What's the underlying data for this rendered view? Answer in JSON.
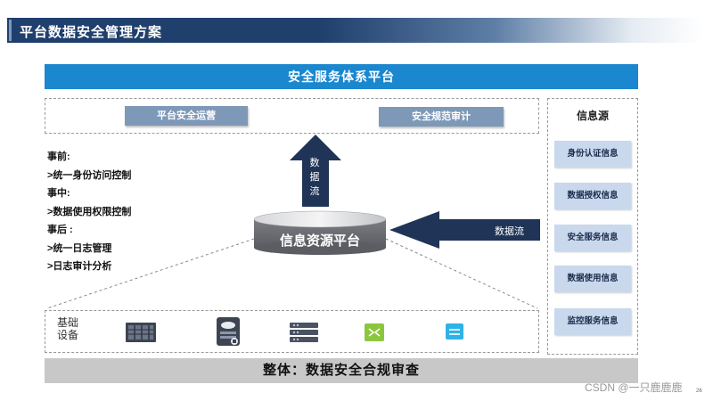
{
  "header": {
    "title": "平台数据安全管理方案"
  },
  "platform": {
    "title": "安全服务体系平台"
  },
  "operations": {
    "ops_label": "平台安全运营",
    "audit_label": "安全规范审计"
  },
  "notes": {
    "before": "事前:",
    "before_item": ">统一身份访问控制",
    "during": "事中:",
    "during_item": ">数据使用权限控制",
    "after": "事后 :",
    "after_item_1": ">统一日志管理",
    "after_item_2": ">日志审计分析"
  },
  "center": {
    "cylinder_label": "信息资源平台",
    "flow_up_label": "数据流",
    "flow_left_label": "数据流"
  },
  "sources": {
    "title": "信息源",
    "items": [
      "身份认证信息",
      "数据授权信息",
      "安全服务信息",
      "数据使用信息",
      "监控服务信息"
    ]
  },
  "infrastructure": {
    "label": "基础设备",
    "icons": [
      "server-rack-icon",
      "database-server-icon",
      "storage-array-icon",
      "network-switch-icon",
      "router-icon"
    ]
  },
  "footer": {
    "label": "整体：数据安全合规审查"
  },
  "watermark": "CSDN @一只鹿鹿鹿",
  "page_number": "26",
  "colors": {
    "title_bar": "#1f3f6d",
    "platform_header": "#1a87cf",
    "tag": "#7e98b8",
    "source_item": "#c9d8ec",
    "arrow": "#1f3456",
    "cylinder": "#6f7178",
    "footer": "#c8c8c8"
  }
}
